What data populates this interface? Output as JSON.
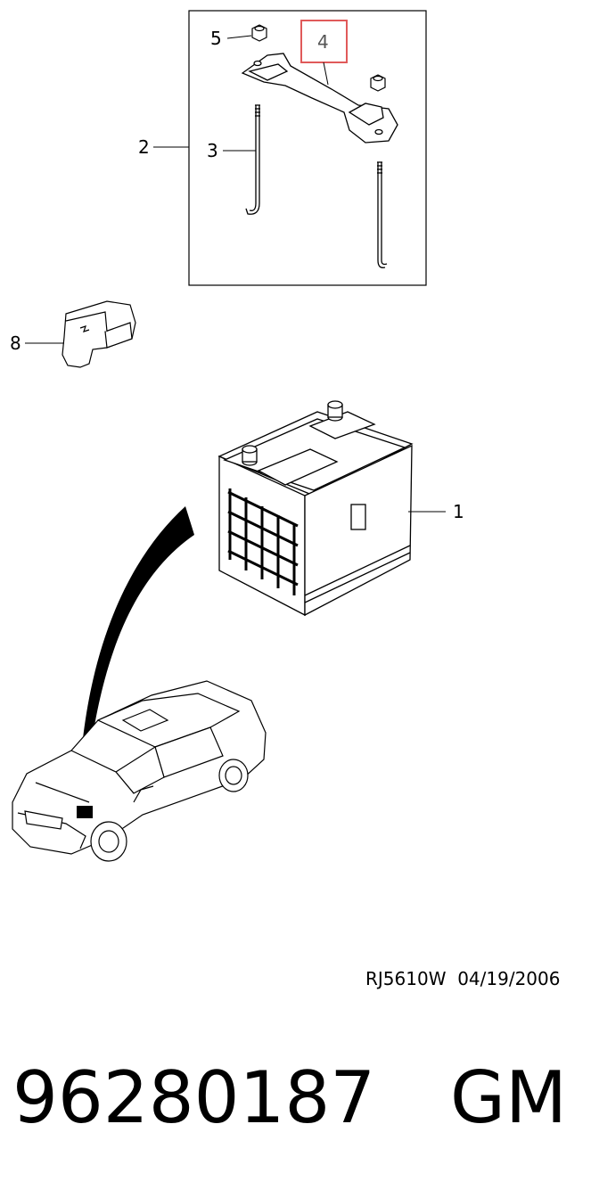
{
  "callouts": {
    "c1": "1",
    "c2": "2",
    "c3": "3",
    "c4": "4",
    "c5": "5",
    "c8": "8"
  },
  "highlight_color": "#e05a5a",
  "reference": {
    "code": "RJ5610W",
    "date": "04/19/2006"
  },
  "part": {
    "number": "96280187",
    "manufacturer": "GM"
  }
}
